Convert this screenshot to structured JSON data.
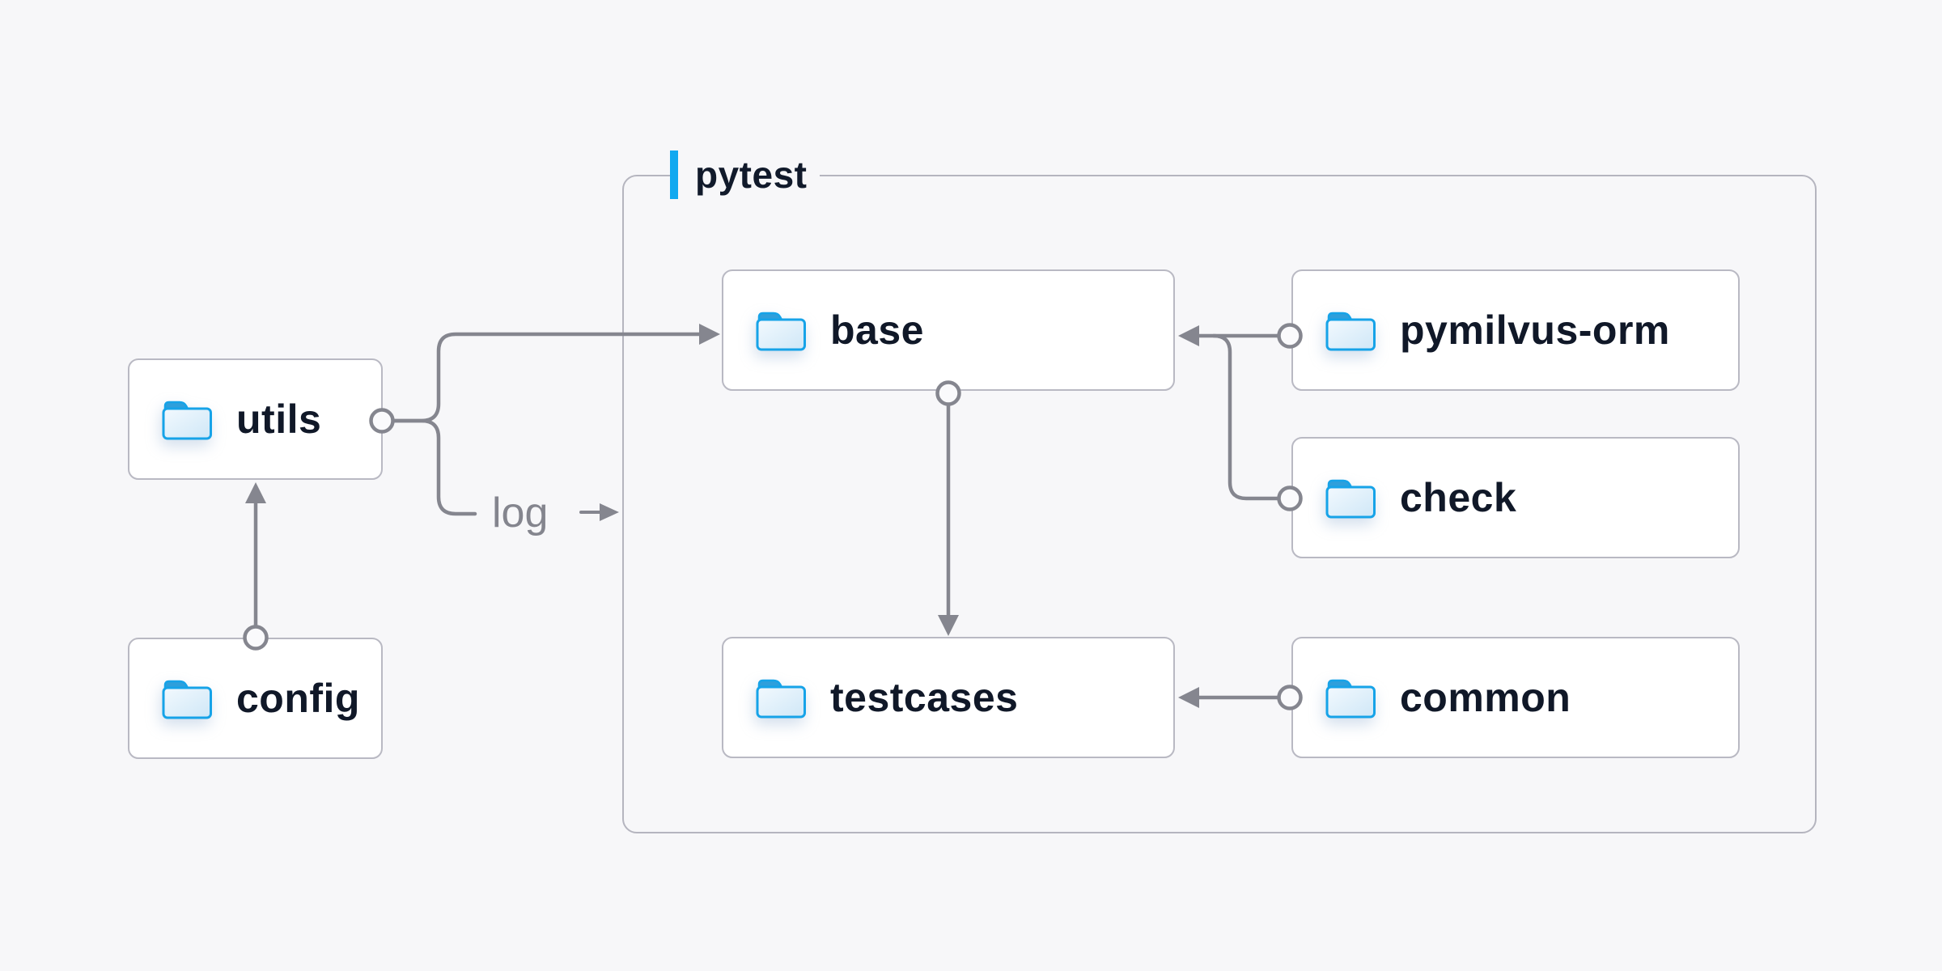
{
  "group": {
    "label": "pytest"
  },
  "nodes": {
    "utils": {
      "label": "utils"
    },
    "config": {
      "label": "config"
    },
    "base": {
      "label": "base"
    },
    "pymilvus_orm": {
      "label": "pymilvus-orm"
    },
    "check": {
      "label": "check"
    },
    "testcases": {
      "label": "testcases"
    },
    "common": {
      "label": "common"
    }
  },
  "edges": [
    {
      "from": "utils",
      "to": "base",
      "style": "arrow-into-base"
    },
    {
      "from": "utils",
      "to": "pytest-group",
      "label": "log"
    },
    {
      "from": "config",
      "to": "utils"
    },
    {
      "from": "base",
      "to": "testcases"
    },
    {
      "from": "pymilvus-orm",
      "to": "base"
    },
    {
      "from": "check",
      "to": "base"
    },
    {
      "from": "common",
      "to": "testcases"
    }
  ],
  "icons": {
    "node_icon": "folder-icon"
  },
  "colors": {
    "background": "#f7f7f9",
    "node_fill": "#ffffff",
    "node_border": "#b9b9c3",
    "group_border": "#b5b5bf",
    "accent_bar": "#12a9f0",
    "node_text": "#101828",
    "group_text": "#111a2b",
    "connector": "#85868f",
    "log_text": "#84858e",
    "folder_outline": "#16a3e8",
    "folder_tab": "#2f9fdb",
    "folder_fill_light": "#f2f9fe",
    "folder_fill_dark": "#cfe7f7"
  }
}
